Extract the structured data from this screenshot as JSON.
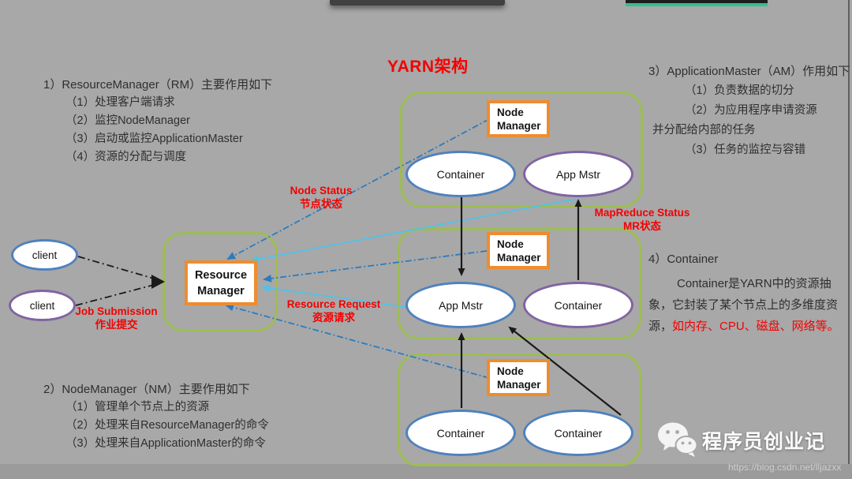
{
  "title": "YARN架构",
  "notes": {
    "rm": {
      "heading": "1）ResourceManager（RM）主要作用如下",
      "items": [
        "（1）处理客户端请求",
        "（2）监控NodeManager",
        "（3）启动或监控ApplicationMaster",
        "（4）资源的分配与调度"
      ]
    },
    "nm": {
      "heading": "2）NodeManager（NM）主要作用如下",
      "items": [
        "（1）管理单个节点上的资源",
        "（2）处理来自ResourceManager的命令",
        "（3）处理来自ApplicationMaster的命令"
      ]
    },
    "am": {
      "heading": "3）ApplicationMaster（AM）作用如下",
      "items": [
        "（1）负责数据的切分",
        "（2）为应用程序申请资源",
        "并分配给内部的任务",
        "（3）任务的监控与容错"
      ]
    },
    "container": {
      "heading": "4）Container",
      "body_black": "Container是YARN中的资源抽象，它封装了某个节点上的多维度资源，",
      "body_red": "如内存、CPU、磁盘、网络等。"
    }
  },
  "diagram": {
    "resource_manager_label": "Resource Manager",
    "clients": [
      {
        "label": "client"
      },
      {
        "label": "client"
      }
    ],
    "groups": [
      {
        "nm_label": "Node Manager",
        "left_label": "Container",
        "right_label": "App Mstr"
      },
      {
        "nm_label": "Node Manager",
        "left_label": "App Mstr",
        "right_label": "Container"
      },
      {
        "nm_label": "Node Manager",
        "left_label": "Container",
        "right_label": "Container"
      }
    ],
    "edge_labels": {
      "job_submission_en": "Job Submission",
      "job_submission_zh": "作业提交",
      "node_status_en": "Node Status",
      "node_status_zh": "节点状态",
      "resource_request_en": "Resource Request",
      "resource_request_zh": "资源请求",
      "mapreduce_status_en": "MapReduce Status",
      "mapreduce_status_zh": "MR状态"
    }
  },
  "watermark": {
    "title": "程序员创业记",
    "url": "https://blog.csdn.net/lljazxx"
  },
  "colors": {
    "background": "#a8a8a8",
    "group_border": "#9dbd52",
    "box_border": "#ee8c2f",
    "ellipse_blue": "#4f81bd",
    "ellipse_purple": "#8064a2",
    "label_red": "#f40000",
    "line_blue": "#2c7bc0",
    "line_cyan": "#4ec3ea",
    "line_black": "#1a1a1a",
    "topbar_green": "#33c08c"
  }
}
